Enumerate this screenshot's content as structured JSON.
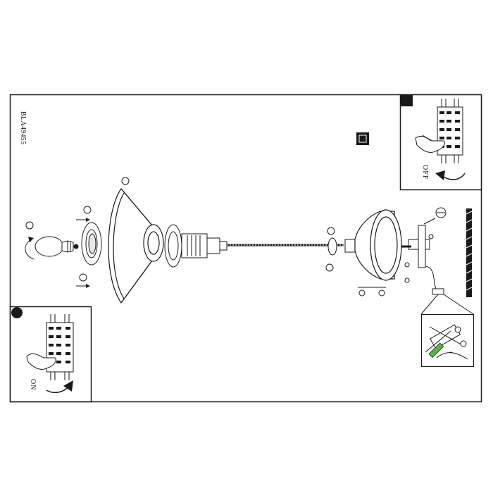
{
  "sheet": {
    "code": "BLA49455",
    "inset_off_label": "OFF",
    "inset_on_label": "ON"
  },
  "icons": [
    "frame",
    "off-inset",
    "on-inset",
    "bulb",
    "lamp-shade",
    "bulb-socket",
    "cable",
    "ceiling-canopy",
    "mounting-bracket",
    "wall",
    "wiring-detail"
  ],
  "colors": {
    "line": "#1a1a1a",
    "background": "#ffffff",
    "accent_green": "#5fb24a"
  }
}
